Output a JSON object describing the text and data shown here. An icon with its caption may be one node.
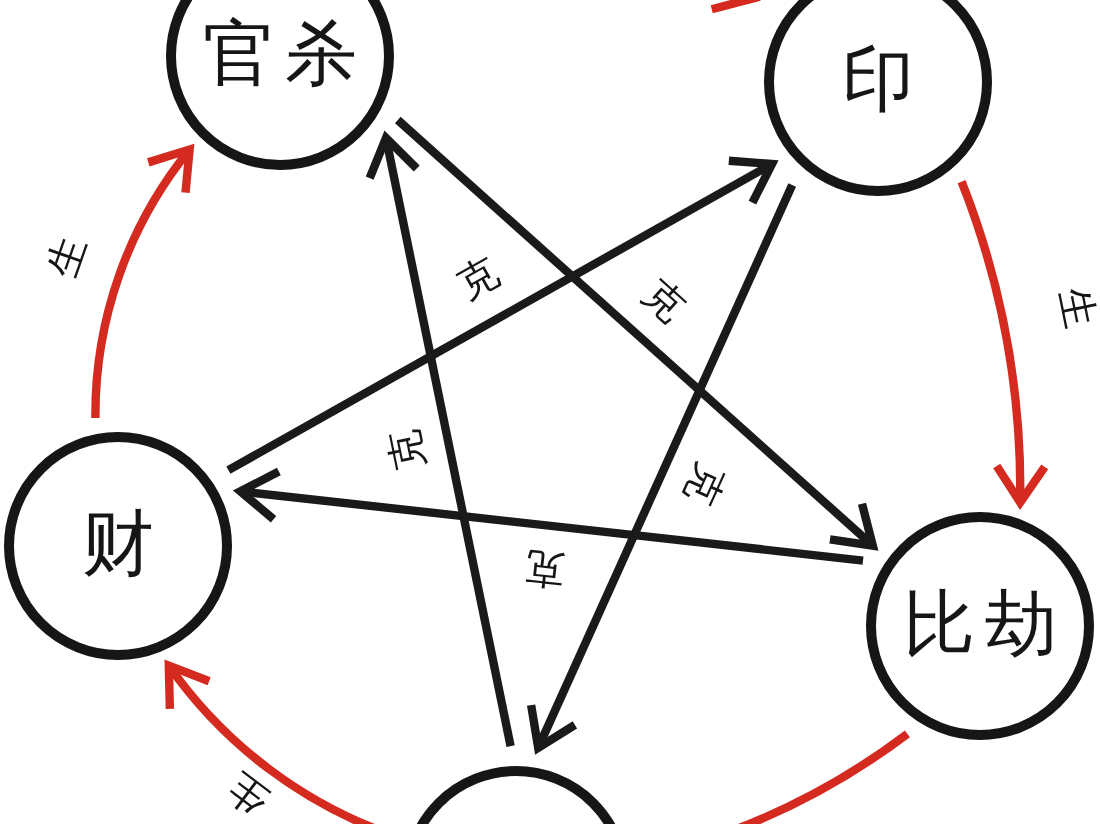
{
  "diagram": {
    "nodes": [
      {
        "text": [
          "官杀"
        ]
      },
      {
        "text": [
          "印"
        ]
      },
      {
        "text": [
          "财"
        ]
      },
      {
        "text": [
          "比劫"
        ]
      },
      {
        "text": [],
        "shape": "circle"
      }
    ],
    "edges": [
      {
        "from": 2,
        "to": 0,
        "arrow": "to",
        "label": "生",
        "color": "#d42a1f"
      },
      {
        "from": 0,
        "to": 1,
        "arrow": "to",
        "color": "#d42a1f"
      },
      {
        "from": 1,
        "to": 3,
        "arrow": "to",
        "label": "生",
        "color": "#d42a1f"
      },
      {
        "from": 3,
        "to": 4,
        "arrow": "none",
        "color": "#d42a1f"
      },
      {
        "from": 4,
        "to": 2,
        "arrow": "to",
        "label": "生",
        "color": "#d42a1f"
      },
      {
        "from": 0,
        "to": 3,
        "arrow": "to",
        "label": "克",
        "color": "#1a1a1a"
      },
      {
        "from": 1,
        "to": 4,
        "arrow": "to",
        "label": "克",
        "color": "#1a1a1a"
      },
      {
        "from": 3,
        "to": 2,
        "arrow": "to",
        "label": "克",
        "color": "#1a1a1a"
      },
      {
        "from": 4,
        "to": 0,
        "arrow": "to",
        "label": "克",
        "color": "#1a1a1a"
      },
      {
        "from": 2,
        "to": 1,
        "arrow": "to",
        "label": "克",
        "color": "#1a1a1a"
      }
    ]
  }
}
